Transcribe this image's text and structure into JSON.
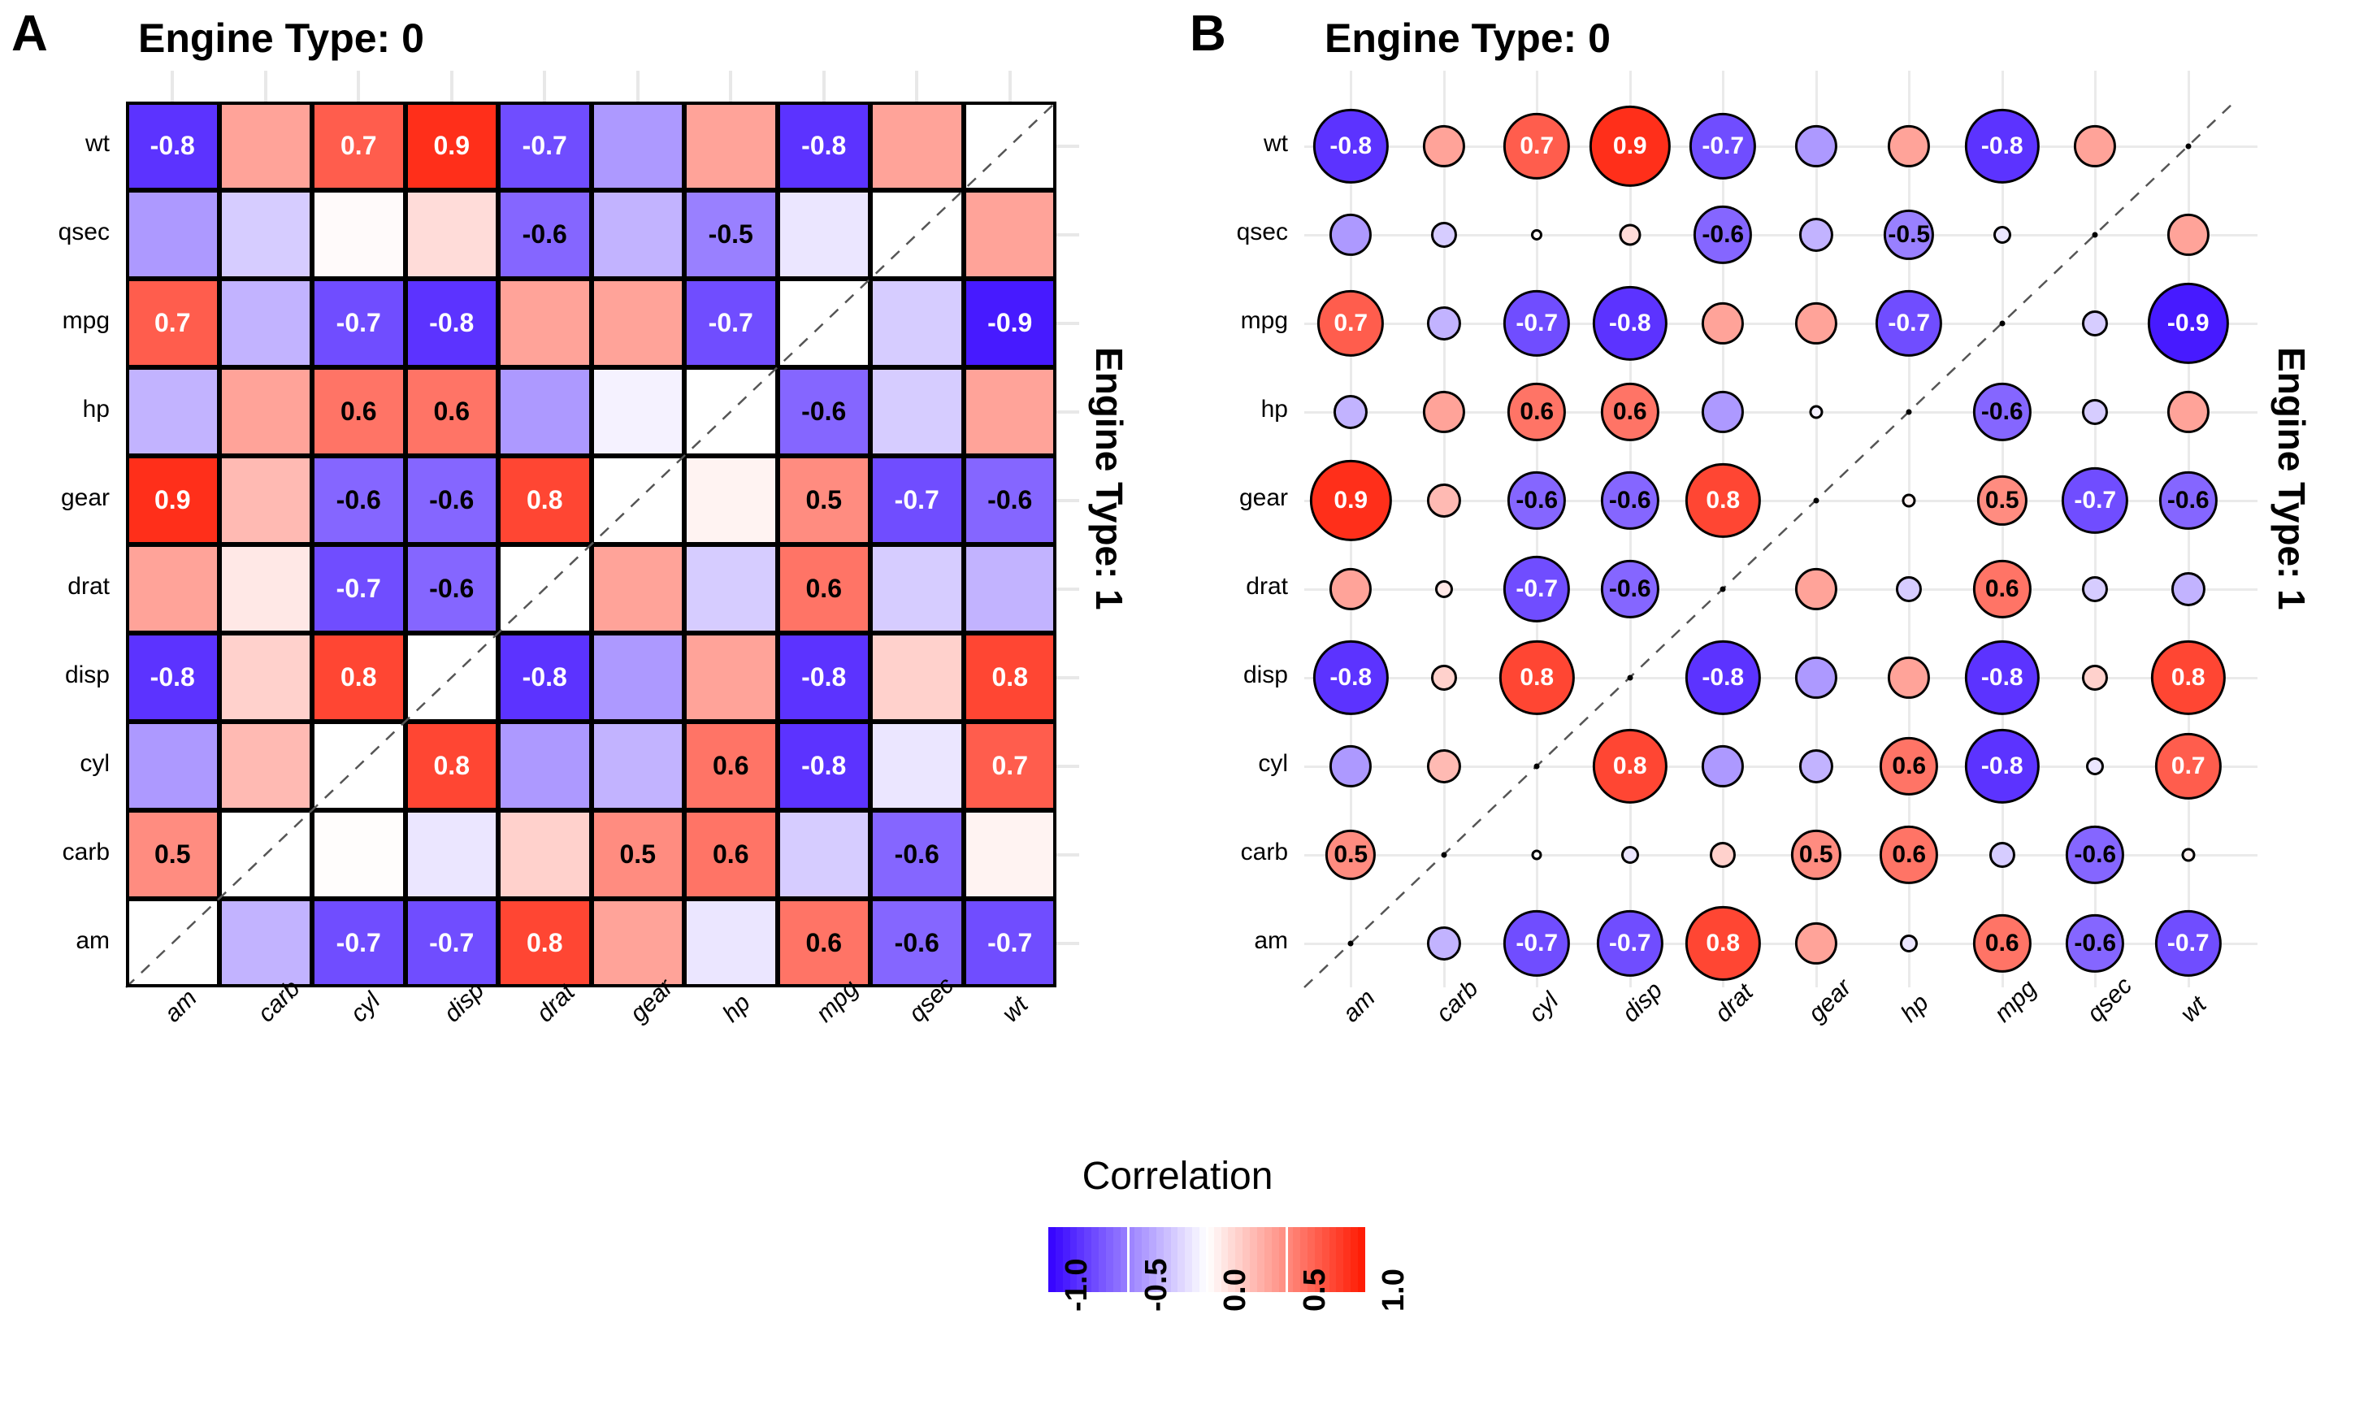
{
  "panels": [
    {
      "letter": "A",
      "title": "Engine Type: 0",
      "strip": "Engine Type: 1",
      "style": "square"
    },
    {
      "letter": "B",
      "title": "Engine Type: 0",
      "strip": "Engine Type: 1",
      "style": "circle"
    }
  ],
  "legend": {
    "title": "Correlation",
    "ticks": [
      "-1.0",
      "-0.5",
      "0.0",
      "0.5",
      "1.0"
    ],
    "low_color": "#3300ff",
    "mid_color": "#ffffff",
    "high_color": "#ff1800"
  },
  "chart_data": {
    "type": "heatmap",
    "title": "Correlation",
    "xlabel": "",
    "ylabel": "",
    "grid": true,
    "legend_position": "bottom",
    "zlim": [
      -1.0,
      1.0
    ],
    "label_threshold": 0.5,
    "x_categories": [
      "am",
      "carb",
      "cyl",
      "disp",
      "drat",
      "gear",
      "hp",
      "mpg",
      "qsec",
      "wt"
    ],
    "y_categories": [
      "wt",
      "qsec",
      "mpg",
      "hp",
      "gear",
      "drat",
      "disp",
      "cyl",
      "carb",
      "am"
    ],
    "values": [
      [
        -0.8,
        0.4,
        0.7,
        0.9,
        -0.7,
        -0.4,
        0.4,
        -0.8,
        0.4,
        null
      ],
      [
        -0.4,
        -0.2,
        0.02,
        0.15,
        -0.6,
        -0.3,
        -0.5,
        -0.1,
        null,
        0.4
      ],
      [
        0.7,
        -0.3,
        -0.7,
        -0.8,
        0.4,
        0.4,
        -0.7,
        null,
        -0.2,
        -0.9
      ],
      [
        -0.3,
        0.4,
        0.6,
        0.6,
        -0.4,
        -0.05,
        null,
        -0.6,
        -0.2,
        0.4
      ],
      [
        0.9,
        0.3,
        -0.6,
        -0.6,
        0.8,
        null,
        0.05,
        0.5,
        -0.7,
        -0.6
      ],
      [
        0.4,
        0.1,
        -0.7,
        -0.6,
        null,
        0.4,
        -0.2,
        0.6,
        -0.2,
        -0.3
      ],
      [
        -0.8,
        0.2,
        0.8,
        null,
        -0.8,
        -0.4,
        0.4,
        -0.8,
        0.2,
        0.8
      ],
      [
        -0.4,
        0.3,
        null,
        0.8,
        -0.4,
        -0.3,
        0.6,
        -0.8,
        -0.1,
        0.7
      ],
      [
        0.5,
        null,
        0.01,
        -0.1,
        0.2,
        0.5,
        0.6,
        -0.2,
        -0.6,
        0.05
      ],
      [
        null,
        -0.3,
        -0.7,
        -0.7,
        0.8,
        0.4,
        -0.1,
        0.6,
        -0.6,
        -0.7
      ]
    ],
    "labels": [
      [
        "-0.8",
        "",
        "0.7",
        "0.9",
        "-0.7",
        "",
        "",
        "-0.8",
        "",
        ""
      ],
      [
        "",
        "",
        "",
        "",
        "-0.6",
        "",
        "-0.5",
        "",
        "",
        ""
      ],
      [
        "0.7",
        "",
        "-0.7",
        "-0.8",
        "",
        "",
        "-0.7",
        "",
        "",
        "-0.9"
      ],
      [
        "",
        "",
        "0.6",
        "0.6",
        "",
        "",
        "",
        "-0.6",
        "",
        ""
      ],
      [
        "0.9",
        "",
        "-0.6",
        "-0.6",
        "0.8",
        "",
        "",
        "0.5",
        "-0.7",
        "-0.6"
      ],
      [
        "",
        "",
        "-0.7",
        "-0.6",
        "",
        "",
        "",
        "0.6",
        "",
        ""
      ],
      [
        "-0.8",
        "",
        "0.8",
        "",
        "-0.8",
        "",
        "",
        "-0.8",
        "",
        "0.8"
      ],
      [
        "",
        "",
        "",
        "0.8",
        "",
        "",
        "0.6",
        "-0.8",
        "",
        "0.7"
      ],
      [
        "0.5",
        "",
        "",
        "",
        "",
        "0.5",
        "0.6",
        "",
        "-0.6",
        ""
      ],
      [
        "",
        "",
        "-0.7",
        "-0.7",
        "0.8",
        "",
        "",
        "0.6",
        "-0.6",
        "-0.7"
      ]
    ]
  }
}
